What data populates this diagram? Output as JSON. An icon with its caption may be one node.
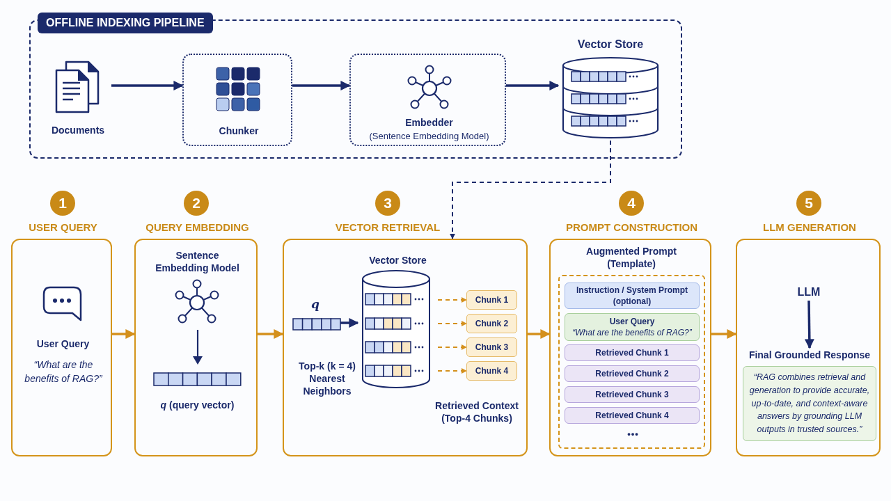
{
  "diagram": {
    "nodes": [
      {
        "text": [
          "OFFLINE INDEXING PIPELINE"
        ]
      },
      {
        "text": [
          "Documents"
        ],
        "in": 0
      },
      {
        "text": [
          "Chunker"
        ],
        "in": 0
      },
      {
        "text": [
          "Embedder",
          "(Sentence Embedding Model)"
        ],
        "in": 0
      },
      {
        "text": [
          "Vector Store"
        ],
        "in": 0
      },
      {
        "text": [
          "USER QUERY",
          "User Query",
          "“What are the benefits of RAG?”"
        ],
        "beside": [
          "1"
        ]
      },
      {
        "text": [
          "QUERY EMBEDDING",
          "Sentence Embedding Model",
          "*q* (query vector)"
        ],
        "beside": [
          "2"
        ]
      },
      {
        "text": [
          "VECTOR RETRIEVAL",
          "Top-k (k = 4) Nearest Neighbors",
          "Retrieved Context (Top-4 Chunks)"
        ],
        "beside": [
          "3"
        ]
      },
      {
        "text": [
          "Vector Store"
        ],
        "in": 7
      },
      {
        "text": [
          "q"
        ],
        "in": 7
      },
      {
        "text": [
          "Chunk 1"
        ],
        "in": 7
      },
      {
        "text": [
          "Chunk 2"
        ],
        "in": 7
      },
      {
        "text": [
          "Chunk 3"
        ],
        "in": 7
      },
      {
        "text": [
          "Chunk 4"
        ],
        "in": 7
      },
      {
        "text": [
          "PROMPT CONSTRUCTION",
          "Augmented Prompt (Template)"
        ],
        "beside": [
          "4"
        ]
      },
      {
        "text": [
          "•••"
        ],
        "in": 14
      },
      {
        "text": [
          "Instruction / System Prompt (optional)"
        ],
        "in": 15
      },
      {
        "text": [
          "User Query",
          "“What are the benefits of RAG?”"
        ],
        "in": 15
      },
      {
        "text": [
          "Retrieved Chunk 1"
        ],
        "in": 15
      },
      {
        "text": [
          "Retrieved Chunk 2"
        ],
        "in": 15
      },
      {
        "text": [
          "Retrieved Chunk 3"
        ],
        "in": 15
      },
      {
        "text": [
          "Retrieved Chunk 4"
        ],
        "in": 15
      },
      {
        "text": [
          "LLM GENERATION"
        ],
        "beside": [
          "5"
        ]
      },
      {
        "text": [
          "LLM"
        ],
        "in": 22
      },
      {
        "text": [
          "Final Grounded Response"
        ],
        "in": 22
      },
      {
        "text": [
          "“RAG combines retrieval and generation to provide accurate, up-to-date, and context-aware answers by grounding LLM outputs in trusted sources.”"
        ],
        "in": 22
      }
    ],
    "edges": [
      {
        "from": 1,
        "to": 2,
        "arrow": "to",
        "color": "#1b2a6b"
      },
      {
        "from": 2,
        "to": 3,
        "arrow": "to",
        "color": "#1b2a6b"
      },
      {
        "from": 3,
        "to": 4,
        "arrow": "to",
        "color": "#1b2a6b"
      },
      {
        "from": 4,
        "to": 7,
        "arrow": "to",
        "style": "dashed",
        "color": "#1b2a6b"
      },
      {
        "from": 5,
        "to": 6,
        "arrow": "to"
      },
      {
        "from": 6,
        "to": 7,
        "arrow": "to"
      },
      {
        "from": 7,
        "to": 14,
        "arrow": "to"
      },
      {
        "from": 14,
        "to": 22,
        "arrow": "to"
      },
      {
        "from": 9,
        "to": 8,
        "arrow": "to",
        "color": "#1b2a6b"
      },
      {
        "from": 8,
        "to": 10,
        "arrow": "to",
        "style": "dashed"
      },
      {
        "from": 8,
        "to": 11,
        "arrow": "to",
        "style": "dashed"
      },
      {
        "from": 8,
        "to": 12,
        "arrow": "to",
        "style": "dashed"
      },
      {
        "from": 8,
        "to": 13,
        "arrow": "to",
        "style": "dashed"
      },
      {
        "from": 23,
        "to": 24,
        "arrow": "to",
        "color": "#1b2a6b"
      }
    ]
  }
}
